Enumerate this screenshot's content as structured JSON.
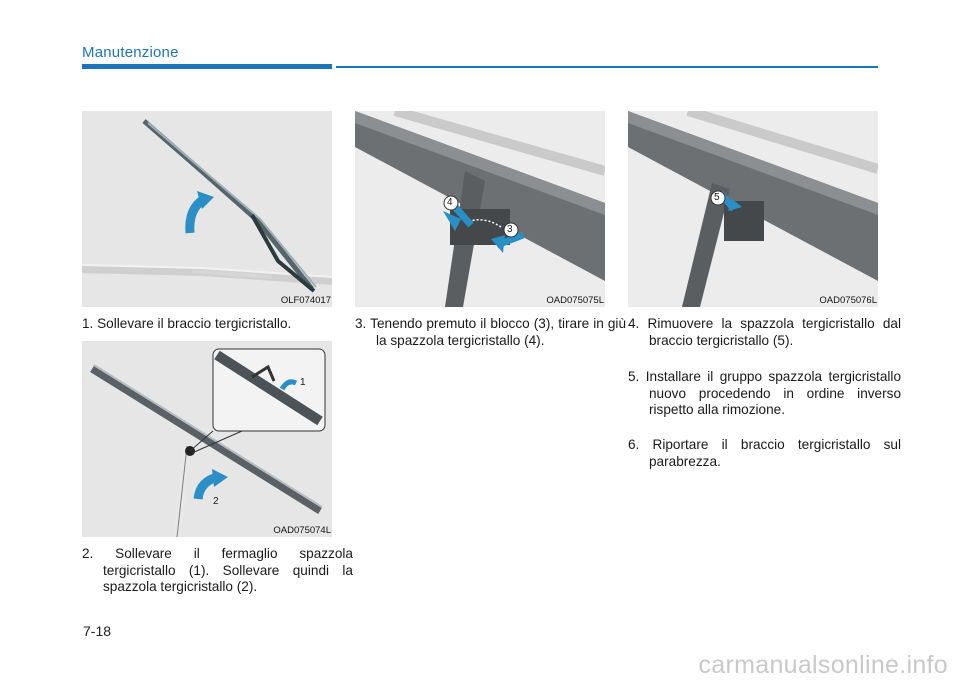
{
  "header": {
    "section_title": "Manutenzione"
  },
  "figures": [
    {
      "code": "OLF074017"
    },
    {
      "code": "OAD075074L",
      "callouts": [
        "1",
        "2"
      ]
    },
    {
      "code": "OAD075075L",
      "callouts": [
        "4",
        "3"
      ]
    },
    {
      "code": "OAD075076L",
      "callouts": [
        "5"
      ]
    }
  ],
  "steps": [
    "1. Sollevare il braccio tergicristallo.",
    "2. Sollevare il fermaglio spazzola tergicristallo (1). Sollevare quindi la spazzola tergicristallo (2).",
    "3. Tenendo premuto il blocco (3), tirare in giù la spazzola tergicristallo (4).",
    "4. Rimuovere la spazzola tergicristallo dal braccio tergicristallo (5).",
    "5. Installare il gruppo spazzola tergicristallo nuovo procedendo in ordine inverso rispetto alla rimozione.",
    "6. Riportare il braccio tergicristallo sul parabrezza."
  ],
  "footer": {
    "page_number": "7-18",
    "watermark": "carmanualsonline.info"
  },
  "colors": {
    "accent": "#1d74b8",
    "arrow_blue": "#2a8fc7",
    "figure_bg": "#e6e6e6"
  }
}
